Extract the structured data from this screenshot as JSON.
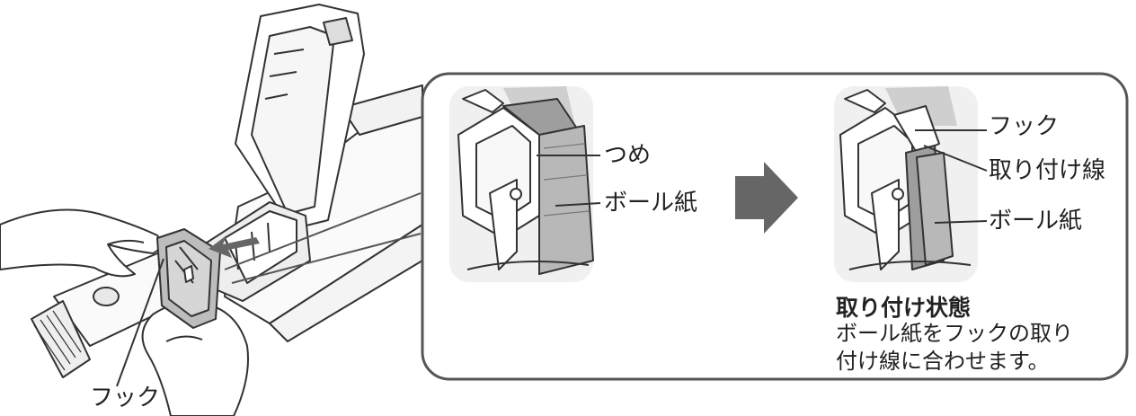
{
  "labels": {
    "hook_main": "フック",
    "claw": "つめ",
    "cardboard_left": "ボール紙",
    "hook_right": "フック",
    "mount_line": "取り付け線",
    "cardboard_right": "ボール紙"
  },
  "state": {
    "title": "取り付け状態",
    "desc_line1": "ボール紙をフックの取り",
    "desc_line2": "付け線に合わせます。"
  },
  "colors": {
    "stroke": "#333333",
    "arrow": "#666666",
    "panel_gray": "#aaaaaa",
    "callout_bg": "#f0f0f0",
    "frame": "#555555"
  }
}
